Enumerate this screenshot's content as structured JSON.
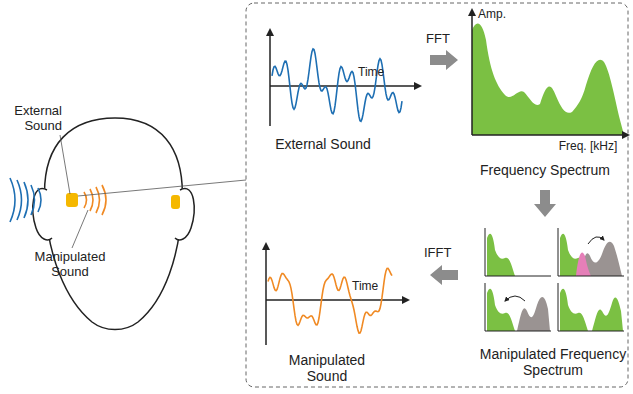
{
  "diagram": {
    "labels": [
      "External Sound",
      "Manipulated Sound",
      "Time",
      "External Sound",
      "FFT",
      "Amp.",
      "Freq. [kHz]",
      "Frequency Spectrum",
      "Time",
      "IFFT",
      "Manipulated Sound",
      "Manipulated Frequency Spectrum"
    ]
  }
}
